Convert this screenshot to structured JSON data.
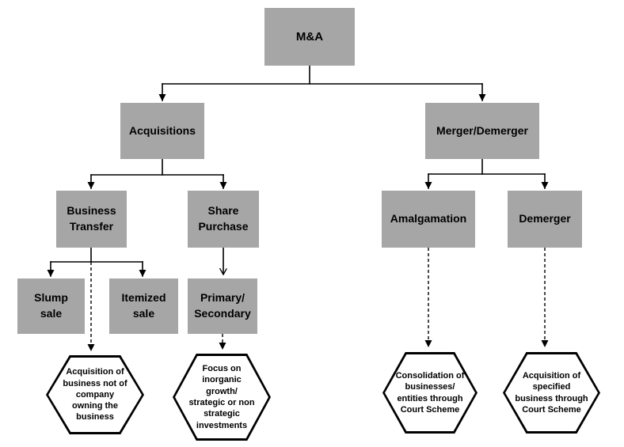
{
  "diagram": {
    "type": "flowchart",
    "title": "M&A",
    "colors": {
      "background": "#ffffff",
      "box_fill": "#a6a6a6",
      "box_text": "#000000",
      "line": "#000000",
      "hexagon_fill": "#ffffff",
      "hexagon_border": "#000000"
    },
    "nodes": {
      "ma": {
        "label": "M&A"
      },
      "acquisitions": {
        "label": "Acquisitions"
      },
      "merger_demerger": {
        "label": "Merger/Demerger"
      },
      "business_transfer": {
        "label": "Business\nTransfer"
      },
      "share_purchase": {
        "label": "Share\nPurchase"
      },
      "amalgamation": {
        "label": "Amalgamation"
      },
      "demerger": {
        "label": "Demerger"
      },
      "slump_sale": {
        "label": "Slump\nsale"
      },
      "itemized_sale": {
        "label": "Itemized\nsale"
      },
      "primary_secondary": {
        "label": "Primary/\nSecondary"
      },
      "hex_business_transfer": {
        "label": "Acquisition of\nbusiness not of\ncompany\nowning the\nbusiness"
      },
      "hex_share_purchase": {
        "label": "Focus on\ninorganic\ngrowth/\nstrategic or non\nstrategic\ninvestments"
      },
      "hex_amalgamation": {
        "label": "Consolidation of\nbusinesses/\nentities through\nCourt Scheme"
      },
      "hex_demerger": {
        "label": "Acquisition of\nspecified\nbusiness through\nCourt Scheme"
      }
    },
    "edges": [
      {
        "from": "ma",
        "to": "acquisitions",
        "style": "solid-arrow"
      },
      {
        "from": "ma",
        "to": "merger_demerger",
        "style": "solid-arrow"
      },
      {
        "from": "acquisitions",
        "to": "business_transfer",
        "style": "solid-arrow"
      },
      {
        "from": "acquisitions",
        "to": "share_purchase",
        "style": "solid-arrow"
      },
      {
        "from": "merger_demerger",
        "to": "amalgamation",
        "style": "solid-arrow"
      },
      {
        "from": "merger_demerger",
        "to": "demerger",
        "style": "solid-arrow"
      },
      {
        "from": "business_transfer",
        "to": "slump_sale",
        "style": "solid-arrow"
      },
      {
        "from": "business_transfer",
        "to": "itemized_sale",
        "style": "solid-arrow"
      },
      {
        "from": "share_purchase",
        "to": "primary_secondary",
        "style": "solid-open-arrow"
      },
      {
        "from": "business_transfer",
        "to": "hex_business_transfer",
        "style": "dashed-arrow"
      },
      {
        "from": "primary_secondary",
        "to": "hex_share_purchase",
        "style": "dashed-arrow"
      },
      {
        "from": "amalgamation",
        "to": "hex_amalgamation",
        "style": "dashed-arrow"
      },
      {
        "from": "demerger",
        "to": "hex_demerger",
        "style": "dashed-arrow"
      }
    ]
  }
}
